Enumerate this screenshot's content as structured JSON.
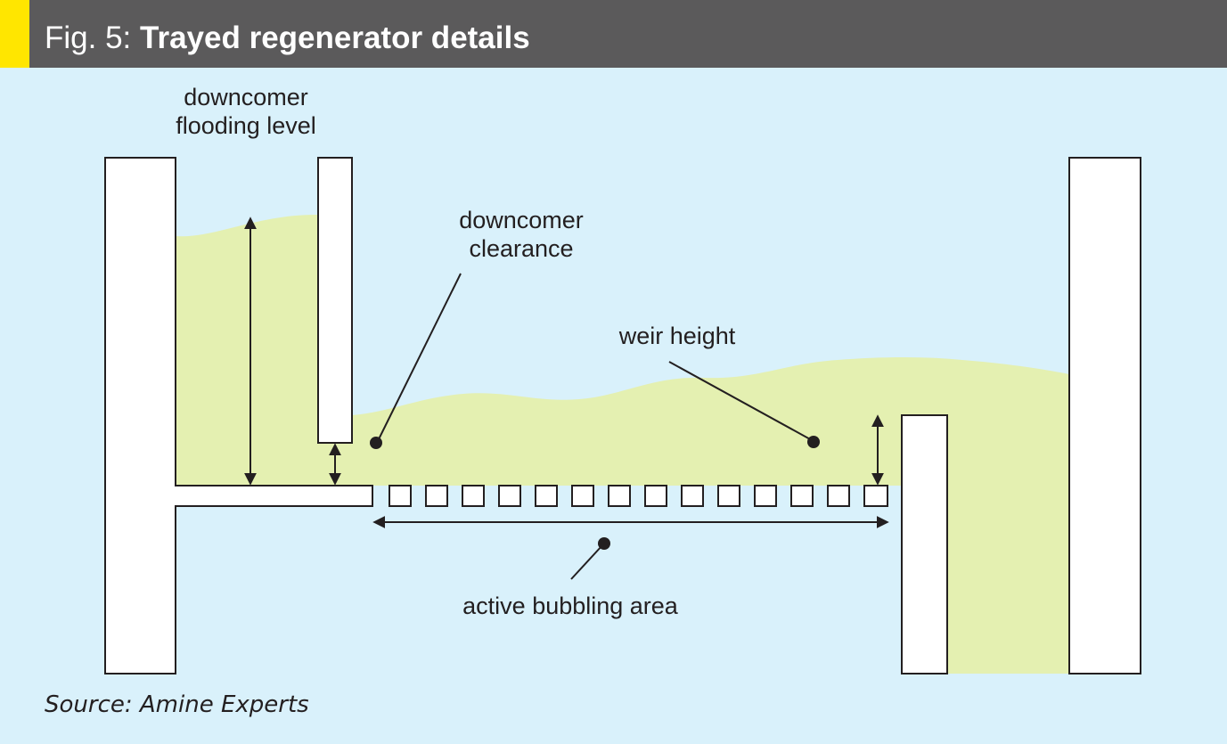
{
  "figure": {
    "title_prefix": "Fig. 5:",
    "title_main": "Trayed regenerator details",
    "source": "Source: Amine Experts"
  },
  "labels": {
    "downcomer_flooding_line1": "downcomer",
    "downcomer_flooding_line2": "flooding level",
    "downcomer_clearance_line1": "downcomer",
    "downcomer_clearance_line2": "clearance",
    "weir_height": "weir height",
    "active_bubbling_area": "active bubbling area"
  },
  "colors": {
    "header_bg": "#5b5a5b",
    "accent": "#ffe600",
    "background": "#d9f1fb",
    "liquid": "#e4f0b1",
    "walls": "#ffffff",
    "ink": "#231f20"
  }
}
